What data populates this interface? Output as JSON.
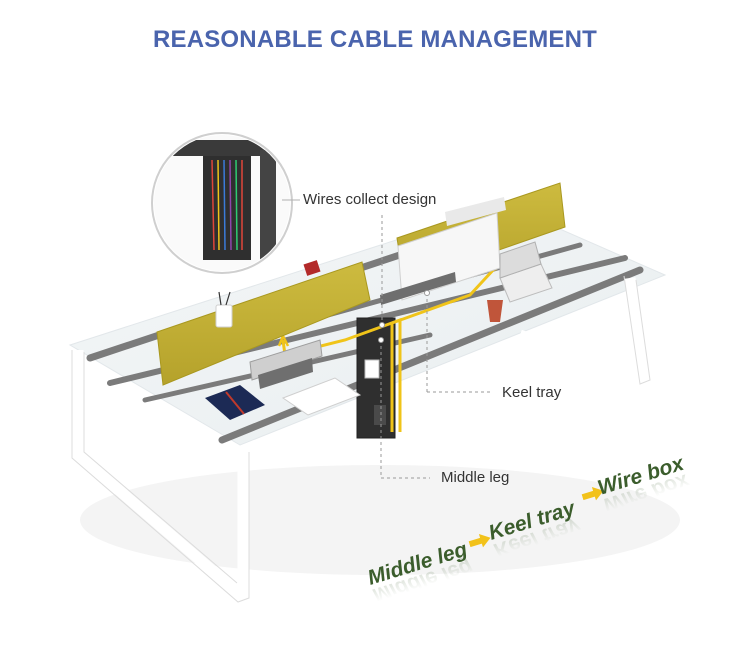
{
  "title": "REASONABLE CABLE MANAGEMENT",
  "colors": {
    "title": "#4a64ad",
    "panel": "#c7b43a",
    "panel_dark": "#a9981f",
    "flow_text": "#3b5d2c",
    "arrow": "#f2c21a",
    "wire": "#f0c419",
    "frame": "#ffffff",
    "rail": "#7b7b7b",
    "leader": "#9a9a9a"
  },
  "callouts": {
    "wires_collect": "Wires collect design",
    "keel_tray": "Keel tray",
    "middle_leg": "Middle leg"
  },
  "flow": {
    "step1": "Middle leg",
    "step2": "Keel tray",
    "step3": "Wire box"
  },
  "icons": {
    "arrow": "arrow-right-icon"
  }
}
